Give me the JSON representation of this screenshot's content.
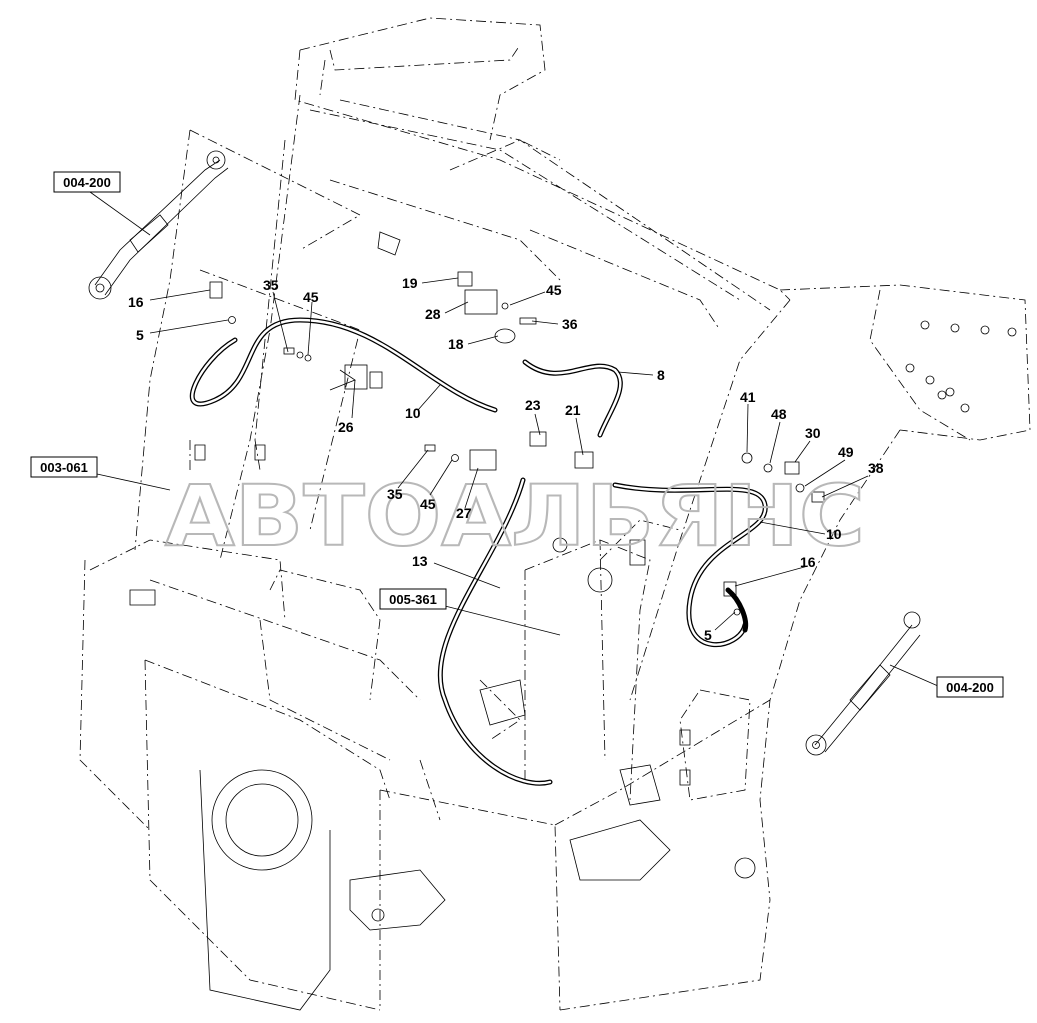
{
  "watermark": "АВТОАЛЬЯНС",
  "reference_boxes": {
    "cylinder_left": "004-200",
    "frame": "003-061",
    "tank": "005-361",
    "cylinder_right": "004-200"
  },
  "callouts": {
    "c16_left": "16",
    "c5_left": "5",
    "c35_top": "35",
    "c45_top": "45",
    "c26": "26",
    "c10_left": "10",
    "c19": "19",
    "c28": "28",
    "c18": "18",
    "c45_mid": "45",
    "c36": "36",
    "c8": "8",
    "c23": "23",
    "c21": "21",
    "c35_mid": "35",
    "c45_low": "45",
    "c27": "27",
    "c13": "13",
    "c41": "41",
    "c48": "48",
    "c30": "30",
    "c49": "49",
    "c38": "38",
    "c10_right": "10",
    "c16_right": "16",
    "c5_right": "5"
  }
}
